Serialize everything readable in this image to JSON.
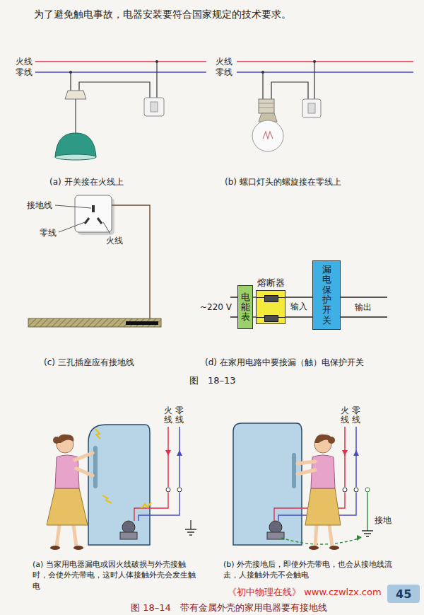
{
  "diagram": {
    "nodes": [
      {
        "text": [
          "电能表"
        ]
      },
      {
        "text": [
          "熔断器"
        ]
      },
      {
        "text": [
          "漏电保护开关"
        ]
      }
    ],
    "edges": [
      {
        "from": 0,
        "to": 1,
        "arrow": "none"
      },
      {
        "from": 0,
        "to": 1,
        "arrow": "none"
      },
      {
        "from": 1,
        "to": 2,
        "arrow": "none",
        "label": "输入"
      },
      {
        "from": 1,
        "to": 2,
        "arrow": "none"
      }
    ],
    "labels": [
      "为了避免触电事故，电器安装要符合国家规定的技术要求。",
      "火线",
      "零线",
      "(a) 开关接在火线上",
      "火线",
      "零线",
      "(b) 螺口灯头的螺旋接在零线上",
      "接地线",
      "零线",
      "火线",
      "(c) 三孔插座应有接地线",
      "~220 V",
      "输出",
      "(d) 在家用电路中要接漏（触）电保护开关",
      "图　18–13",
      "火线",
      "零线",
      "(a) 当家用电器漏电或因火线破损与外壳接触时，会使外壳带电，这时人体接触外壳会发生触电",
      "火线",
      "零线",
      "接地",
      "(b) 外壳接地后，即使外壳带电，也会从接地线流走，人接触外壳不会触电",
      "图 18–14　带有金属外壳的家用电器要有接地线",
      "《初中物理在线》 www.czwlzx.com",
      "45"
    ]
  }
}
